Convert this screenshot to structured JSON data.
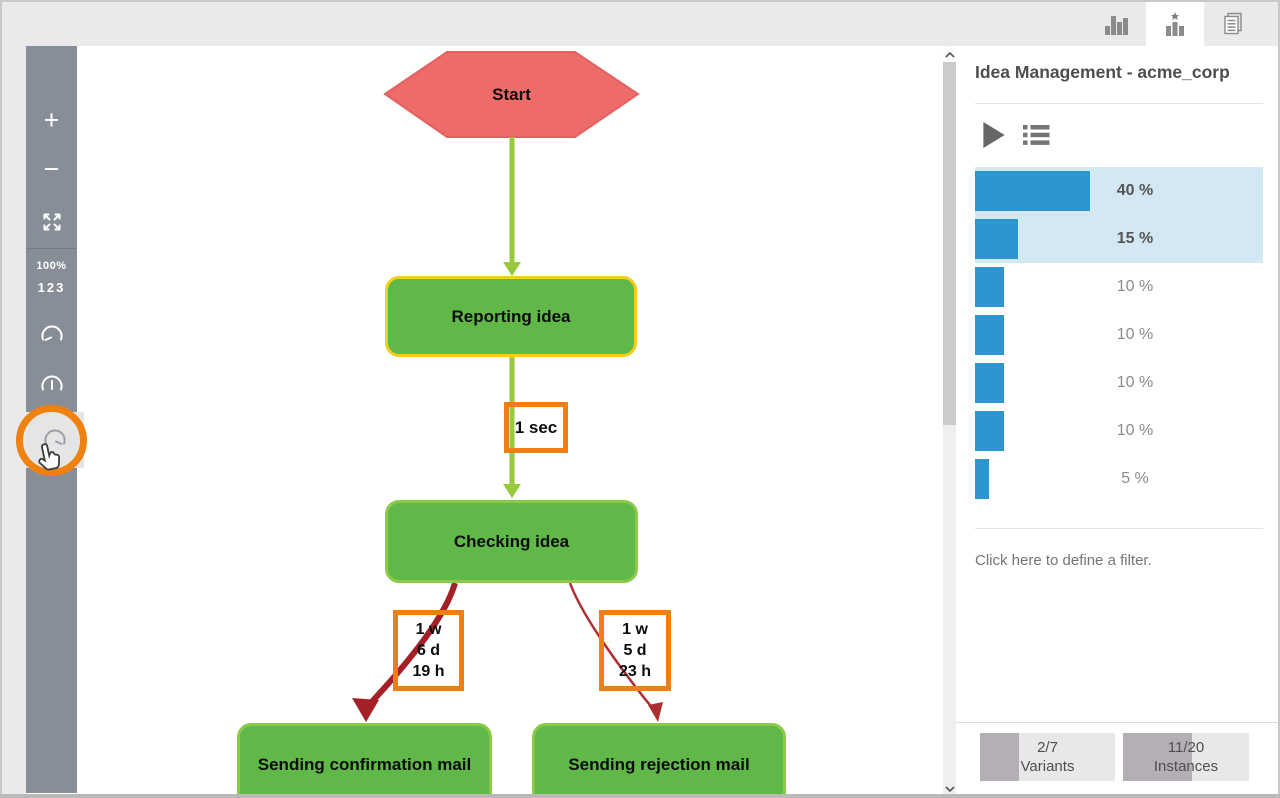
{
  "window": {
    "tabs": [
      {
        "id": "chart",
        "icon": "bar-chart-icon",
        "active": false
      },
      {
        "id": "statistics",
        "icon": "bar-chart-star-icon",
        "active": true
      },
      {
        "id": "documents",
        "icon": "documents-icon",
        "active": false
      }
    ]
  },
  "sidebar": {
    "zoom_in": "+",
    "zoom_out": "−",
    "fit_icon": "expand-icon",
    "zoom_level": "100%",
    "frequency_label": "123",
    "gauge_icons": [
      "gauge-left-icon",
      "gauge-up-icon",
      "gauge-right-icon"
    ],
    "annotation": {
      "shape": "orange-circle",
      "color": "#ef8110",
      "cursor": "hand-pointer"
    }
  },
  "diagram": {
    "start": "Start",
    "nodes": {
      "reporting": "Reporting idea",
      "checking": "Checking idea",
      "confirmation": "Sending confirmation mail",
      "rejection": "Sending rejection mail"
    },
    "edge_labels": {
      "reporting_to_checking": "1 sec",
      "checking_to_confirmation": [
        "1 w",
        "6 d",
        "19 h"
      ],
      "checking_to_rejection": [
        "1 w",
        "5 d",
        "23 h"
      ]
    }
  },
  "panel": {
    "title": "Idea Management - acme_corp",
    "play_icon": "play-icon",
    "list_icon": "list-icon",
    "variants": [
      {
        "label": "40 %",
        "value": 40,
        "selected": true
      },
      {
        "label": "15 %",
        "value": 15,
        "selected": true
      },
      {
        "label": "10 %",
        "value": 10,
        "selected": false
      },
      {
        "label": "10 %",
        "value": 10,
        "selected": false
      },
      {
        "label": "10 %",
        "value": 10,
        "selected": false
      },
      {
        "label": "10 %",
        "value": 10,
        "selected": false
      },
      {
        "label": "5 %",
        "value": 5,
        "selected": false
      }
    ],
    "filter_hint": "Click here to define a filter.",
    "footer": {
      "variants": {
        "value": "2/7",
        "label": "Variants",
        "fill": 0.2857
      },
      "instances": {
        "value": "11/20",
        "label": "Instances",
        "fill": 0.55
      }
    }
  },
  "colors": {
    "bar_blue": "#2e96cf",
    "selection_blue": "#d4e8f4",
    "node_green": "#5fb848",
    "node_border_yellow": "#f2d018",
    "node_border_green": "#8cc94b",
    "arrow_green": "#97ca3b",
    "arrow_red_dark": "#a32027",
    "arrow_red_light": "#ad2f34",
    "label_border_orange": "#ee7f16",
    "start_red": "#ed6b69",
    "annotation_orange": "#ef8110",
    "sidebar_gray": "#878e97"
  }
}
